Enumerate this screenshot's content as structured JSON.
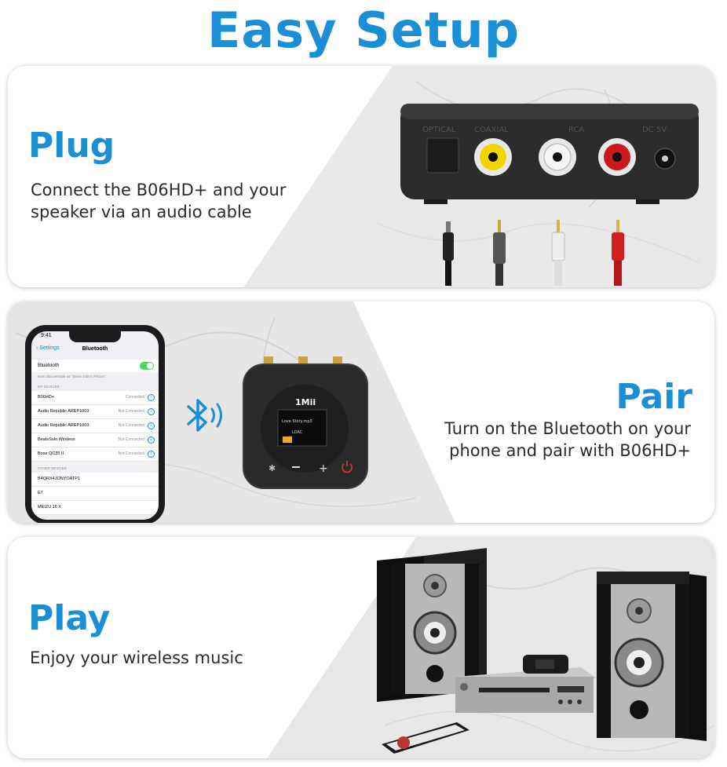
{
  "title": "Easy Setup",
  "colors": {
    "accent": "#1a8fd6",
    "text": "#2b2b2b"
  },
  "steps": [
    {
      "heading": "Plug",
      "lines": [
        "Connect the B06HD+ and your",
        "speaker via an audio cable"
      ]
    },
    {
      "heading": "Pair",
      "lines": [
        "Turn on the Bluetooth on your",
        "phone and pair with B06HD+"
      ]
    },
    {
      "heading": "Play",
      "lines": [
        "Enjoy your wireless music"
      ]
    }
  ],
  "device_ports": {
    "optical": "OPTICAL",
    "coaxial": "COAXIAL",
    "rca": "RCA",
    "dc": "DC 5V"
  },
  "device_screen": {
    "brand": "1Mii",
    "track": "Love Story.mp3",
    "codec": "LDAC"
  },
  "phone": {
    "time": "9:41",
    "back": "Settings",
    "header": "Bluetooth",
    "bluetooth_label": "Bluetooth",
    "discoverable": "Now discoverable as \"Steve Jobs's iPhone\".",
    "my_devices_label": "MY DEVICES",
    "devices": [
      {
        "name": "B06HD+",
        "status": "Connected"
      },
      {
        "name": "Audio Republic AREP1003",
        "status": "Not Connected"
      },
      {
        "name": "Audio Republic AREP1003",
        "status": "Not Connected"
      },
      {
        "name": "BeatsSolo Wireless",
        "status": "Not Connected"
      },
      {
        "name": "Bose QC35 II",
        "status": "Not Connected"
      }
    ],
    "other_devices_label": "OTHER DEVICES",
    "other_devices": [
      "B4QRX4JONYOATP1",
      "E7",
      "MEIZU 16 X"
    ]
  },
  "icons": [
    "bluetooth-icon",
    "info-icon",
    "toggle-icon",
    "power-icon",
    "plus-icon",
    "minus-icon"
  ]
}
